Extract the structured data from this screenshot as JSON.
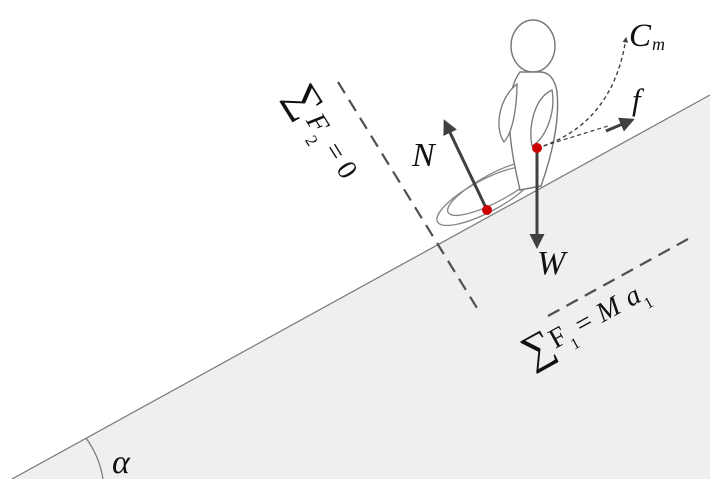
{
  "labels": {
    "normal_force": "N",
    "weight": "W",
    "friction": "f",
    "center_of_mass": "C",
    "center_of_mass_sub": "m",
    "angle": "α",
    "perpendicular_sum": "∑",
    "perpendicular_var": "F",
    "perpendicular_sub": "2",
    "perpendicular_rhs": "= 0",
    "parallel_sum": "∑",
    "parallel_var": "F",
    "parallel_sub": "1",
    "parallel_rhs": "= M",
    "parallel_acc": "a",
    "parallel_acc_sub": "1"
  },
  "colors": {
    "slope_fill": "#efefef",
    "arrow": "#404040",
    "contact_point": "#cc0000",
    "dashed_line": "#505050",
    "outline": "#777777"
  }
}
